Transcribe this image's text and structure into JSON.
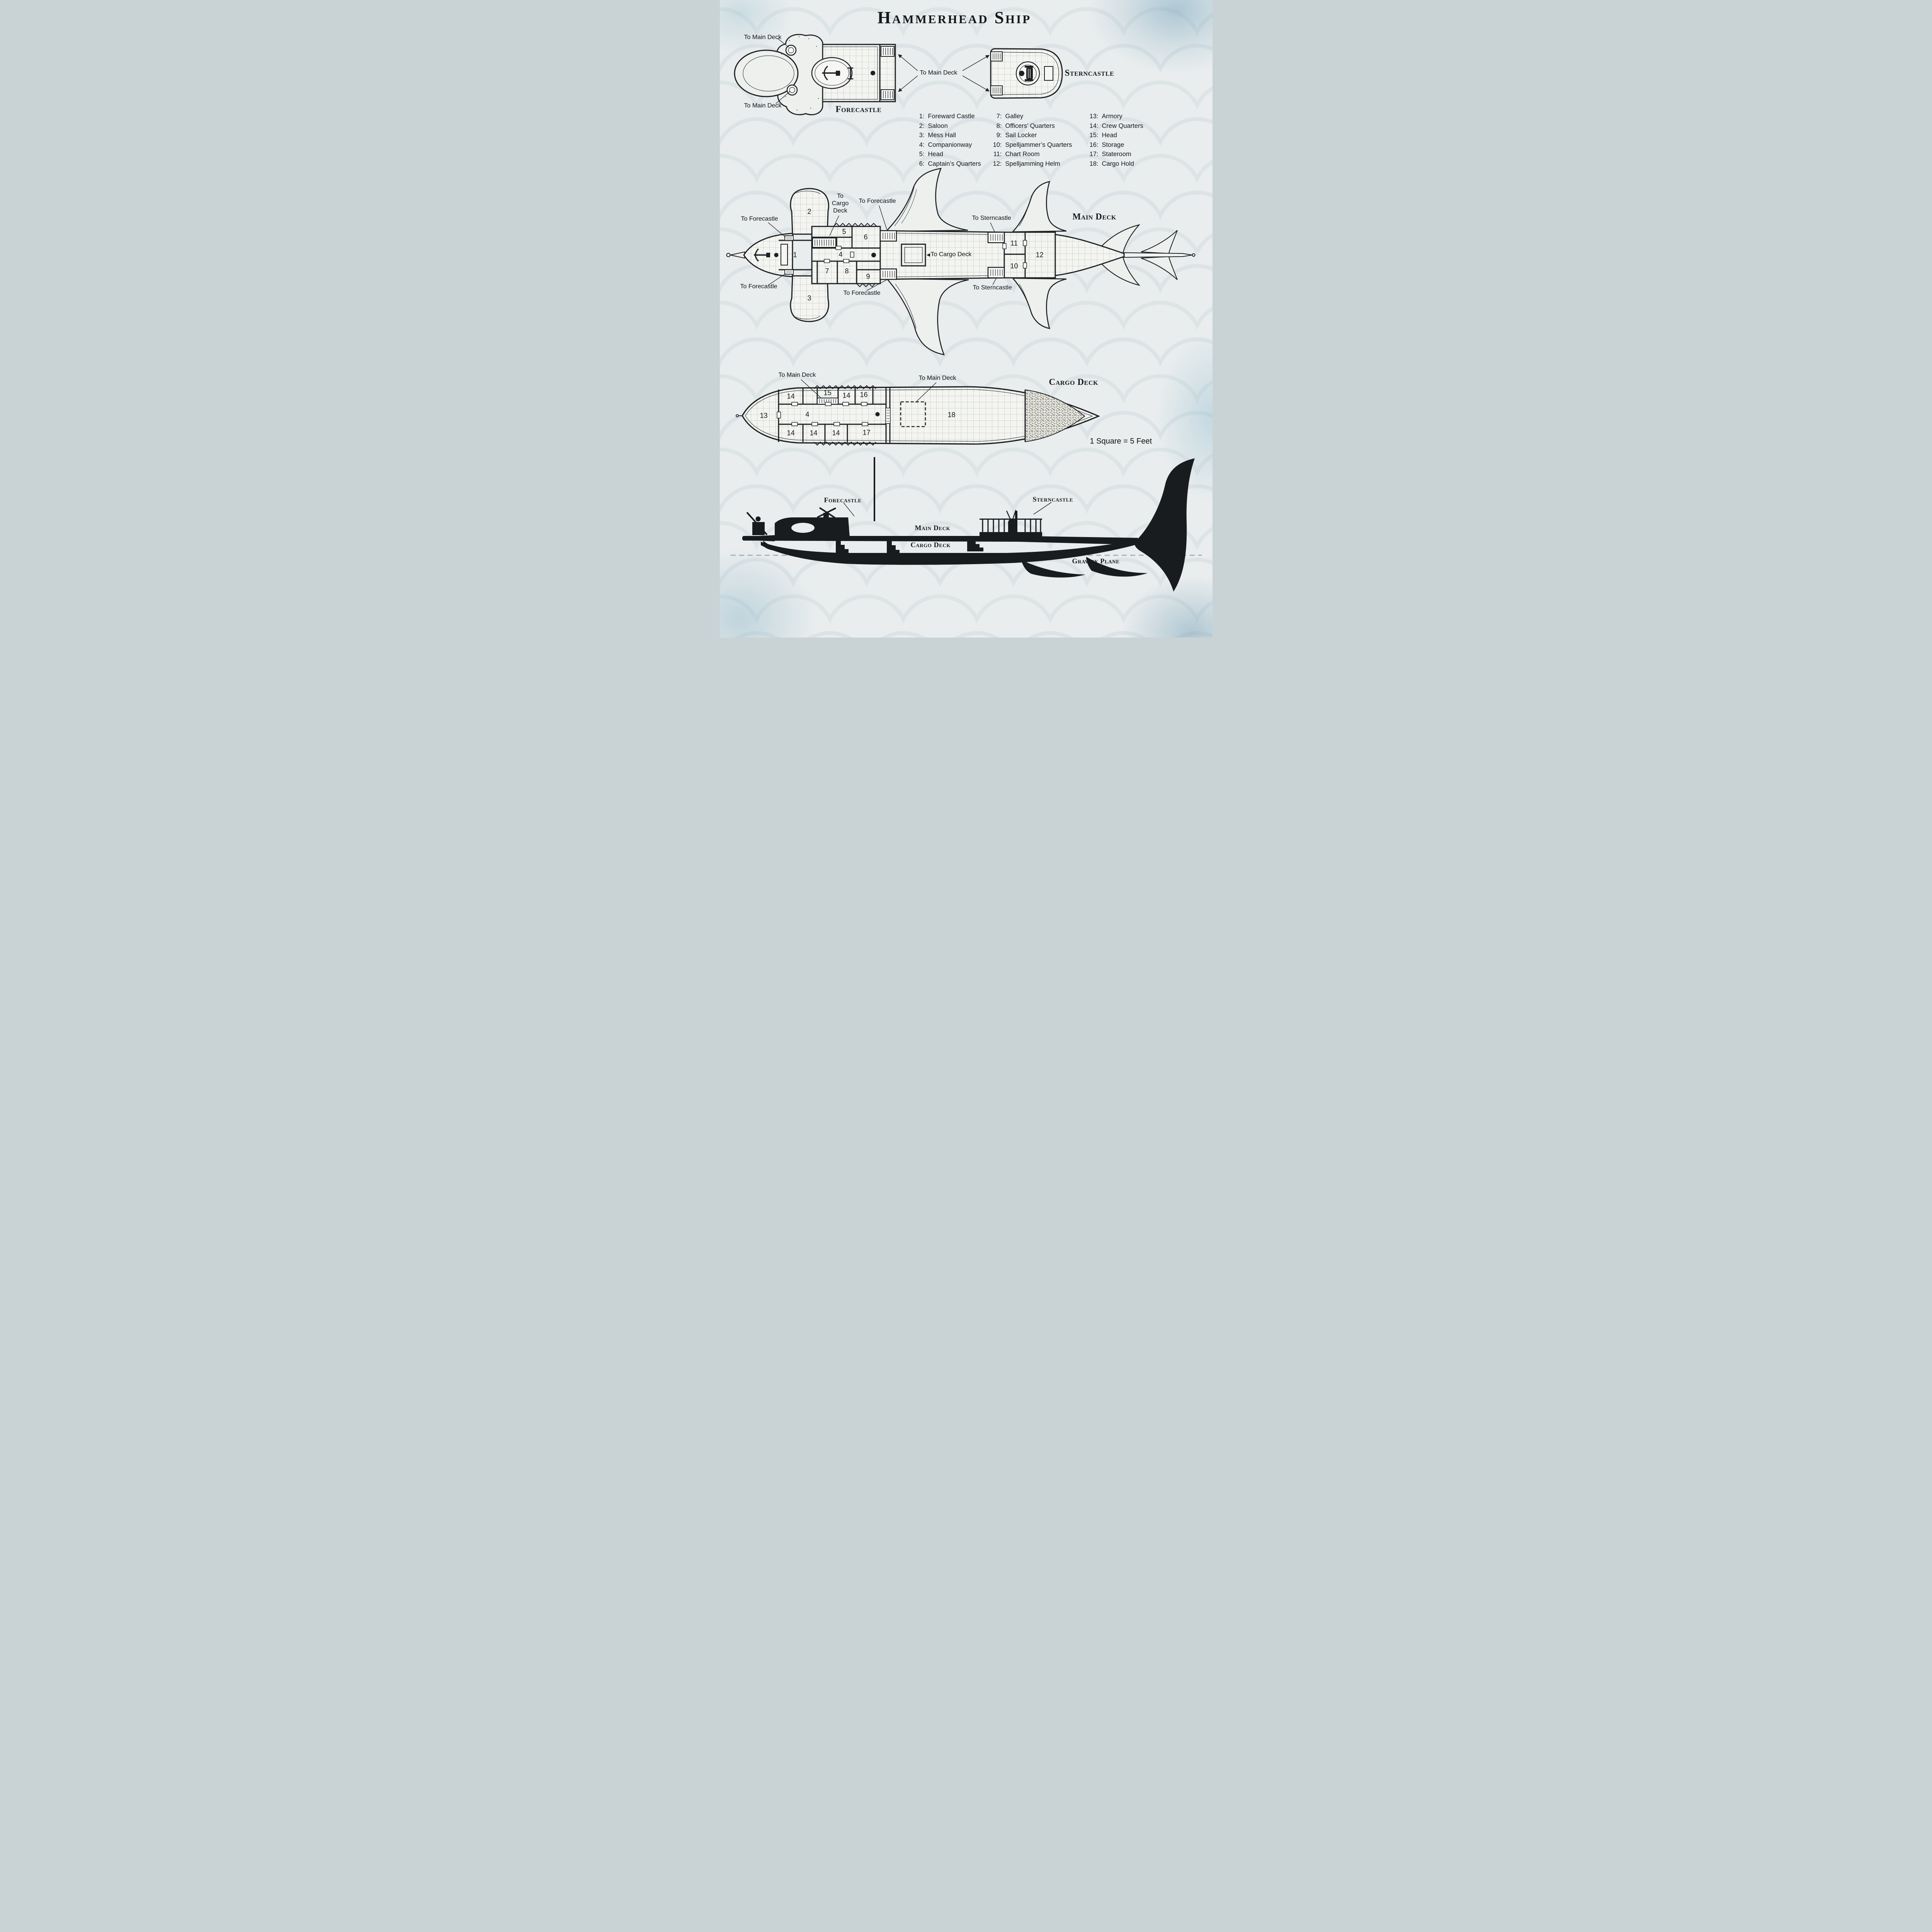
{
  "title": "Hammerhead Ship",
  "scale_note": "1 Square = 5 Feet",
  "colors": {
    "ink": "#1d2124",
    "paper": "#e9edee",
    "wash_blue": "#9dc2d2"
  },
  "top_views": {
    "forecastle": {
      "label": "Forecastle",
      "link_top": "To Main Deck",
      "link_bottom": "To Main Deck"
    },
    "center_link": "To Main Deck",
    "sterncastle": {
      "label": "Sterncastle"
    }
  },
  "legend": {
    "items": [
      {
        "num": "1:",
        "label": "Foreward Castle"
      },
      {
        "num": "2:",
        "label": "Saloon"
      },
      {
        "num": "3:",
        "label": "Mess Hall"
      },
      {
        "num": "4:",
        "label": "Companionway"
      },
      {
        "num": "5:",
        "label": "Head"
      },
      {
        "num": "6:",
        "label": "Captain’s Quarters"
      },
      {
        "num": "7:",
        "label": "Galley"
      },
      {
        "num": "8:",
        "label": "Officers’ Quarters"
      },
      {
        "num": "9:",
        "label": "Sail Locker"
      },
      {
        "num": "10:",
        "label": "Spelljammer’s Quarters"
      },
      {
        "num": "11:",
        "label": "Chart Room"
      },
      {
        "num": "12:",
        "label": "Spelljamming Helm"
      },
      {
        "num": "13:",
        "label": "Armory"
      },
      {
        "num": "14:",
        "label": "Crew Quarters"
      },
      {
        "num": "15:",
        "label": "Head"
      },
      {
        "num": "16:",
        "label": "Storage"
      },
      {
        "num": "17:",
        "label": "Stateroom"
      },
      {
        "num": "18:",
        "label": "Cargo Hold"
      }
    ]
  },
  "main_deck": {
    "label": "Main Deck",
    "room_numbers": [
      "2",
      "5",
      "6",
      "1",
      "4",
      "7",
      "8",
      "9",
      "3",
      "11",
      "10",
      "12"
    ],
    "links": {
      "to_forecastle_nw": "To Forecastle",
      "to_cargo_deck_stacked": "To\nCargo\nDeck",
      "to_forecastle_n": "To Forecastle",
      "to_sterncastle_n": "To Sterncastle",
      "to_cargo_deck_center": "To Cargo Deck",
      "to_forecastle_sw": "To Forecastle",
      "to_forecastle_s": "To Forecastle",
      "to_sterncastle_s": "To Sterncastle"
    }
  },
  "cargo_deck": {
    "label": "Cargo Deck",
    "room_numbers": [
      "14",
      "15",
      "14",
      "16",
      "13",
      "4",
      "14",
      "14",
      "14",
      "17",
      "18"
    ],
    "links": {
      "to_main_deck_left": "To Main Deck",
      "to_main_deck_right": "To Main Deck"
    }
  },
  "profile": {
    "forecastle": "Forecastle",
    "sterncastle": "Sterncastle",
    "main_deck": "Main Deck",
    "cargo_deck": "Cargo Deck",
    "gravity_plane": "Gravity Plane"
  }
}
